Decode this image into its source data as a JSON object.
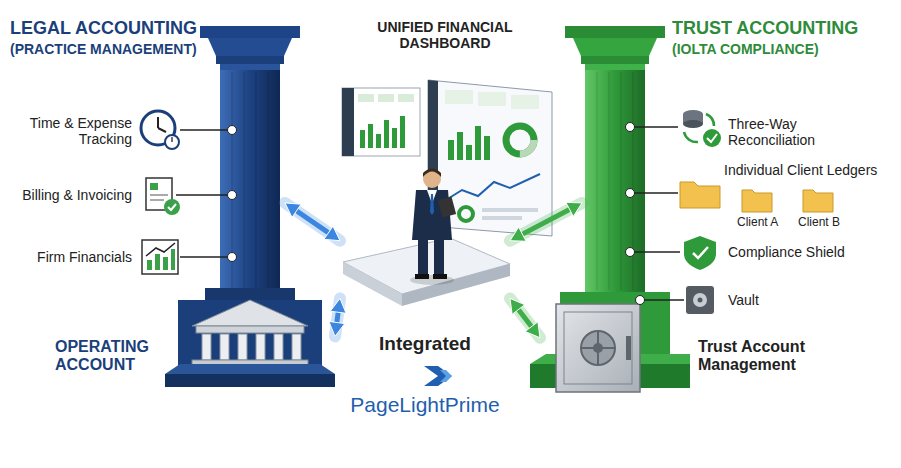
{
  "diagram": {
    "nodes": [
      {
        "text": [
          "LEGAL ACCOUNTING",
          "(PRACTICE MANAGEMENT)"
        ]
      },
      {
        "text": [
          "OPERATING ACCOUNT"
        ]
      },
      {
        "text": [
          "UNIFIED FINANCIAL DASHBOARD"
        ]
      },
      {
        "text": [
          "Integrated"
        ]
      },
      {
        "text": [
          "TRUST ACCOUNTING",
          "(IOLTA COMPLIANCE)"
        ]
      },
      {
        "text": [
          "Trust Account Management"
        ]
      }
    ],
    "edges": [
      {
        "from": 0,
        "to": 3,
        "arrow": "both"
      },
      {
        "from": 1,
        "to": 3,
        "arrow": "both"
      },
      {
        "from": 3,
        "to": 4,
        "arrow": "both"
      },
      {
        "from": 3,
        "to": 5,
        "arrow": "both"
      }
    ],
    "labels": [
      "Time & Expense Tracking",
      "Billing & Invoicing",
      "Firm Financials",
      "PageLightPrime",
      "Three-Way Reconciliation",
      "Individual Client Ledgers",
      "Client A",
      "Client B",
      "Compliance Shield",
      "Vault"
    ]
  }
}
